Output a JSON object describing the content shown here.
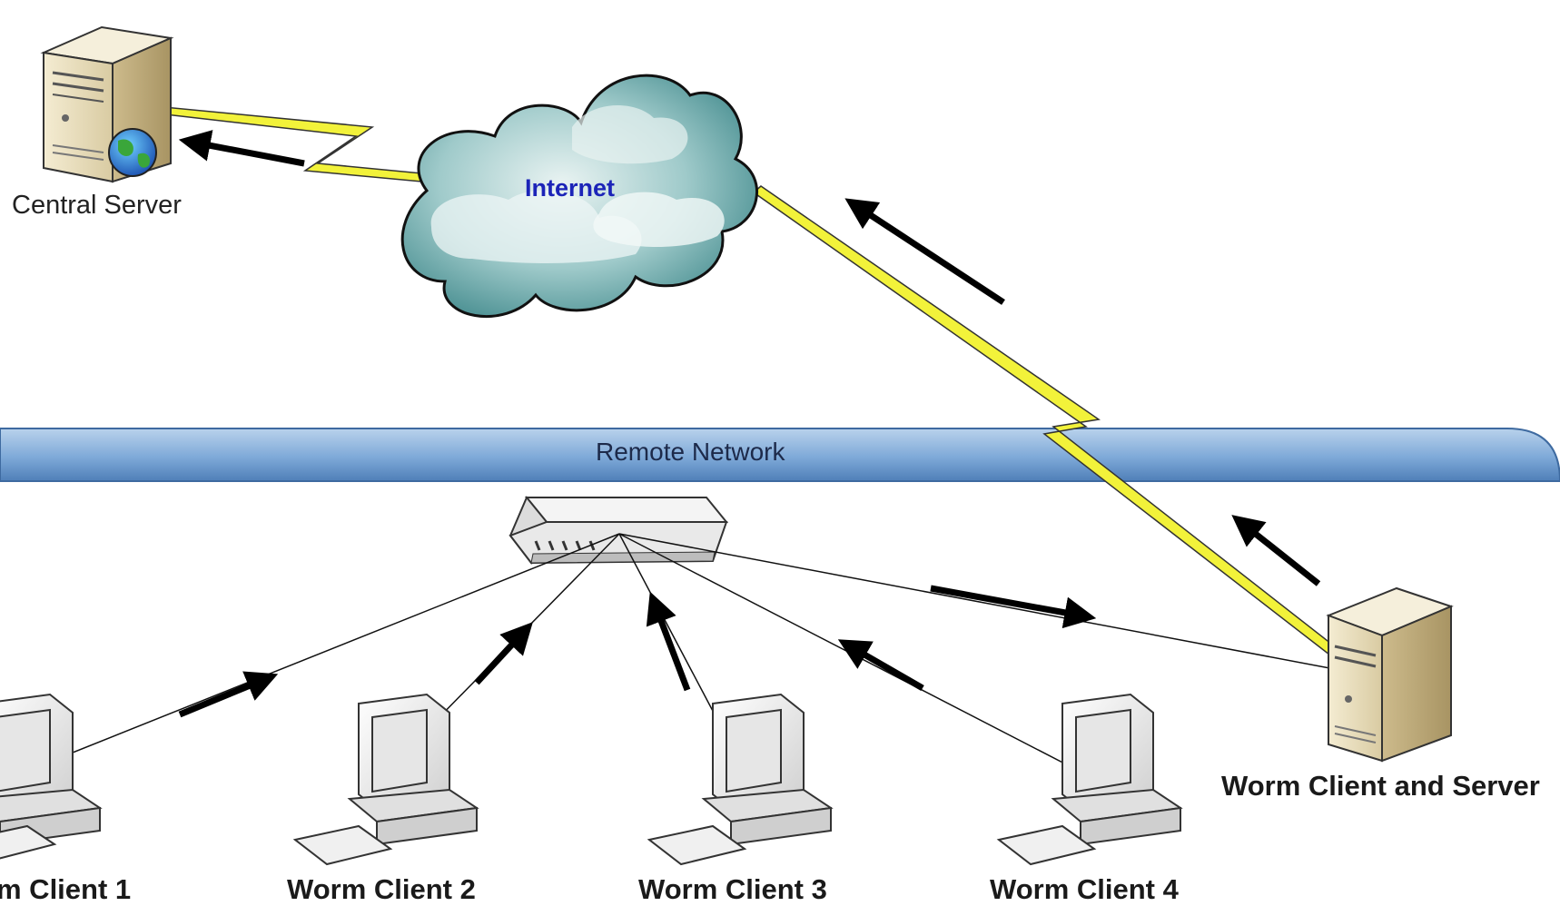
{
  "labels": {
    "central_server": "Central Server",
    "internet": "Internet",
    "remote_network": "Remote Network",
    "worm_client_and_server": "Worm Client and Server",
    "clients": [
      "m Client 1",
      "Worm Client 2",
      "Worm Client 3",
      "Worm Client 4"
    ]
  },
  "colors": {
    "network_band": "#6d9ccf",
    "cloud": "#3f8a8c",
    "lightning": "#f2f23a",
    "arrow": "#000000",
    "server_body": "#e8dcb8"
  }
}
